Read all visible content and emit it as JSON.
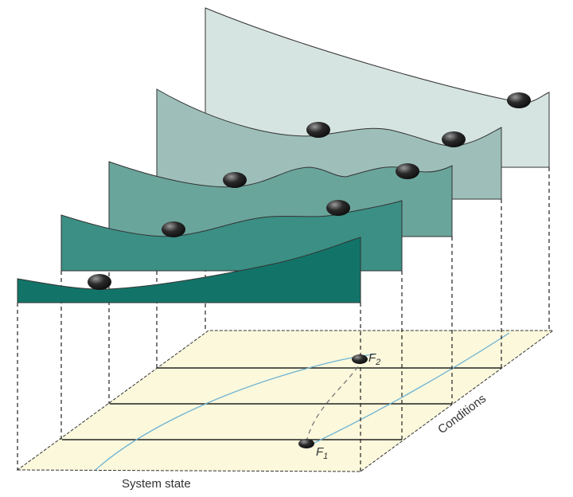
{
  "diagram": {
    "x_axis_label": "System state",
    "z_axis_label": "Conditions",
    "points": [
      {
        "letter": "F",
        "sub": "1"
      },
      {
        "letter": "F",
        "sub": "2"
      }
    ],
    "colors": {
      "plane": "#fbf8dc",
      "curve": "#6fb3d2",
      "panels": [
        "#d6e4e1",
        "#9ebfb9",
        "#6aa59c",
        "#3b8f84",
        "#127468"
      ],
      "ball": "#2a2a2a"
    }
  }
}
